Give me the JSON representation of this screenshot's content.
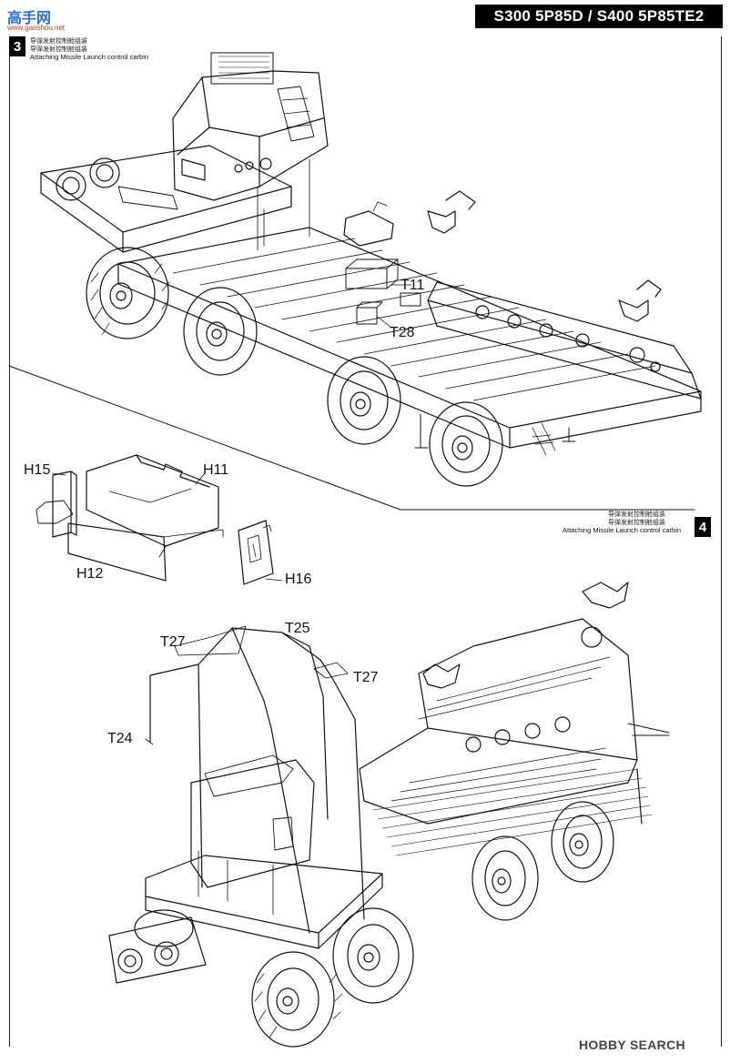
{
  "header": {
    "title": "S300 5P85D / S400 5P85TE2",
    "site_logo": "高手网",
    "site_logo_sub": "www.gaoshou.net"
  },
  "steps": [
    {
      "number": "3",
      "chinese_lines": [
        "导弹发射控制舱组装",
        "导弹发射控制舱组装"
      ],
      "caption": "Attaching Missile Launch control carbin"
    },
    {
      "number": "4",
      "chinese_lines": [
        "导弹发射控制舱组装",
        "导弹发射控制舱组装"
      ],
      "caption": "Attaching Missile Launch control carbin"
    }
  ],
  "part_labels": {
    "t11": "T11",
    "t28": "T28",
    "h15": "H15",
    "h11": "H11",
    "h12": "H12",
    "h16": "H16",
    "t25": "T25",
    "t27a": "T27",
    "t27b": "T27",
    "t24": "T24"
  },
  "footer": {
    "watermark": "HOBBY SEARCH"
  }
}
